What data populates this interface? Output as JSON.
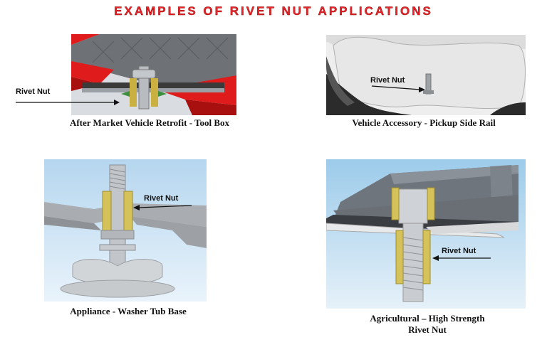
{
  "title": "EXAMPLES OF RIVET NUT APPLICATIONS",
  "panels": [
    {
      "caption": "After Market Vehicle Retrofit - Tool Box",
      "label": "Rivet Nut"
    },
    {
      "caption": "Vehicle Accessory - Pickup Side Rail",
      "label": "Rivet Nut"
    },
    {
      "caption": "Appliance - Washer Tub Base",
      "label": "Rivet Nut"
    },
    {
      "caption_line1": "Agricultural – High Strength",
      "caption_line2": "Rivet Nut",
      "label": "Rivet Nut"
    }
  ],
  "colors": {
    "title": "#e8262b",
    "accent_red": "#e01b1b",
    "brass": "#c9b040"
  }
}
